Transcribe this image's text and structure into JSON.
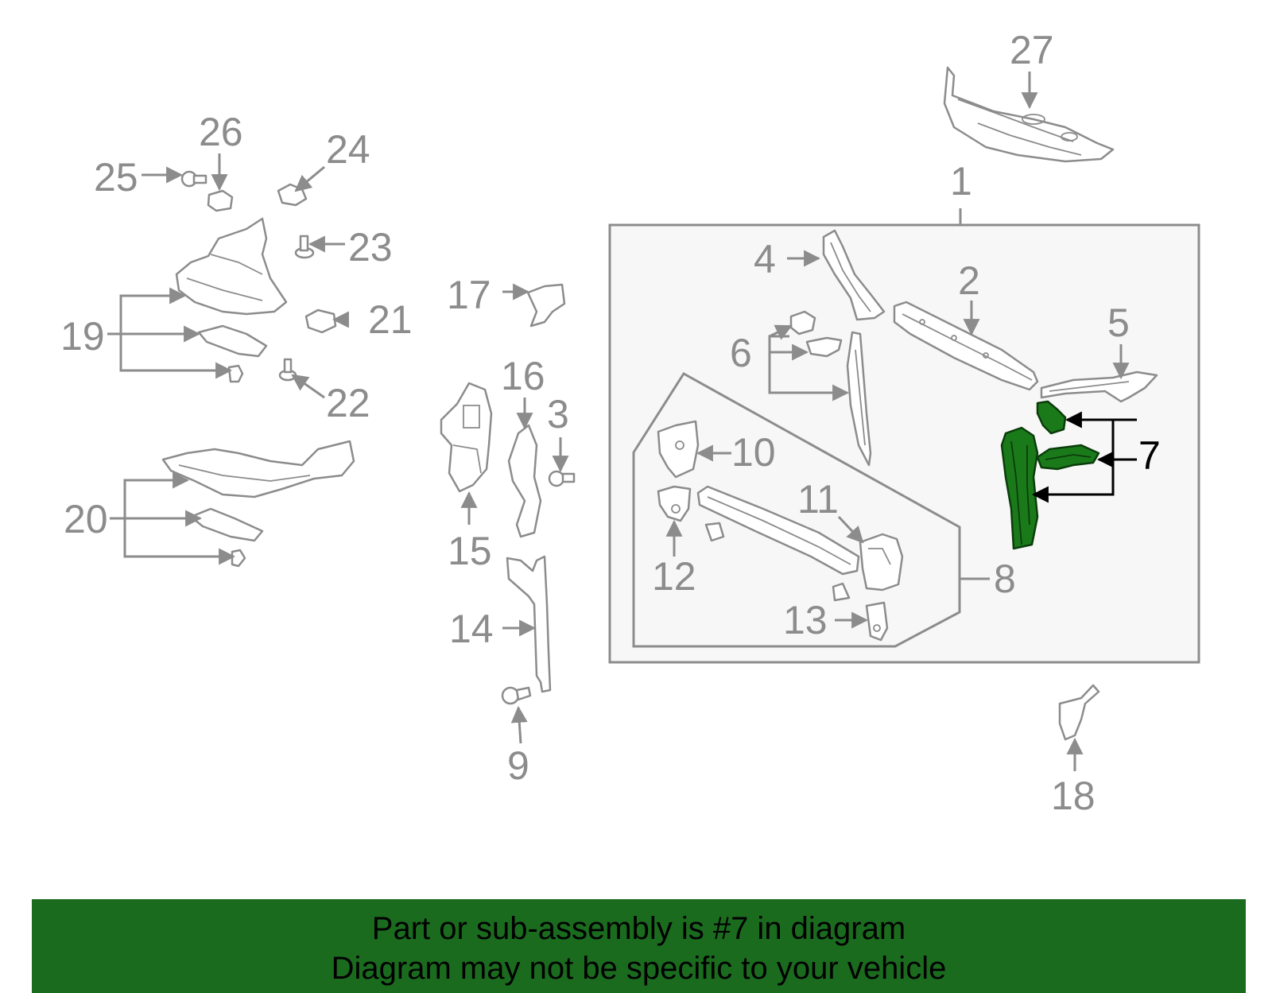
{
  "banner": {
    "line1": "Part or sub-assembly is #7 in diagram",
    "line2": "Diagram may not be specific to your vehicle"
  },
  "highlight_color": "#1b6b1f",
  "callouts": {
    "c1": "1",
    "c2": "2",
    "c3": "3",
    "c4": "4",
    "c5": "5",
    "c6": "6",
    "c7": "7",
    "c8": "8",
    "c9": "9",
    "c10": "10",
    "c11": "11",
    "c12": "12",
    "c13": "13",
    "c14": "14",
    "c15": "15",
    "c16": "16",
    "c17": "17",
    "c18": "18",
    "c19": "19",
    "c20": "20",
    "c21": "21",
    "c22": "22",
    "c23": "23",
    "c24": "24",
    "c25": "25",
    "c26": "26",
    "c27": "27"
  }
}
